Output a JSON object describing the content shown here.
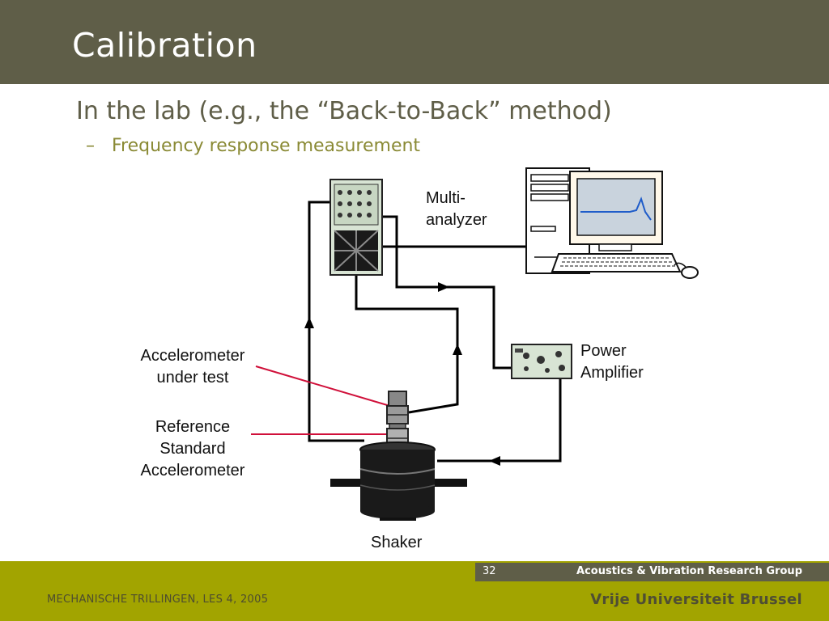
{
  "slide": {
    "title": "Calibration",
    "bullet_main": "In the lab (e.g., the “Back-to-Back” method)",
    "bullet_dash": "–",
    "bullet_sub": "Frequency response measurement"
  },
  "diagram": {
    "multi_analyzer": [
      "Multi-",
      "analyzer"
    ],
    "power_amplifier": [
      "Power",
      "Amplifier"
    ],
    "accelerometer_under_test": [
      "Accelerometer",
      "under test"
    ],
    "reference_accelerometer": [
      "Reference",
      "Standard",
      "Accelerometer"
    ],
    "shaker": "Shaker"
  },
  "footer": {
    "page_number": "32",
    "group": "Acoustics & Vibration Research Group",
    "course": "MECHANISCHE TRILLINGEN, LES 4, 2005",
    "university": "Vrije Universiteit Brussel"
  },
  "colors": {
    "header_bg": "#5f5e48",
    "footer_bg": "#a2a400",
    "wire": "#000000",
    "pointer": "#d0103a"
  }
}
